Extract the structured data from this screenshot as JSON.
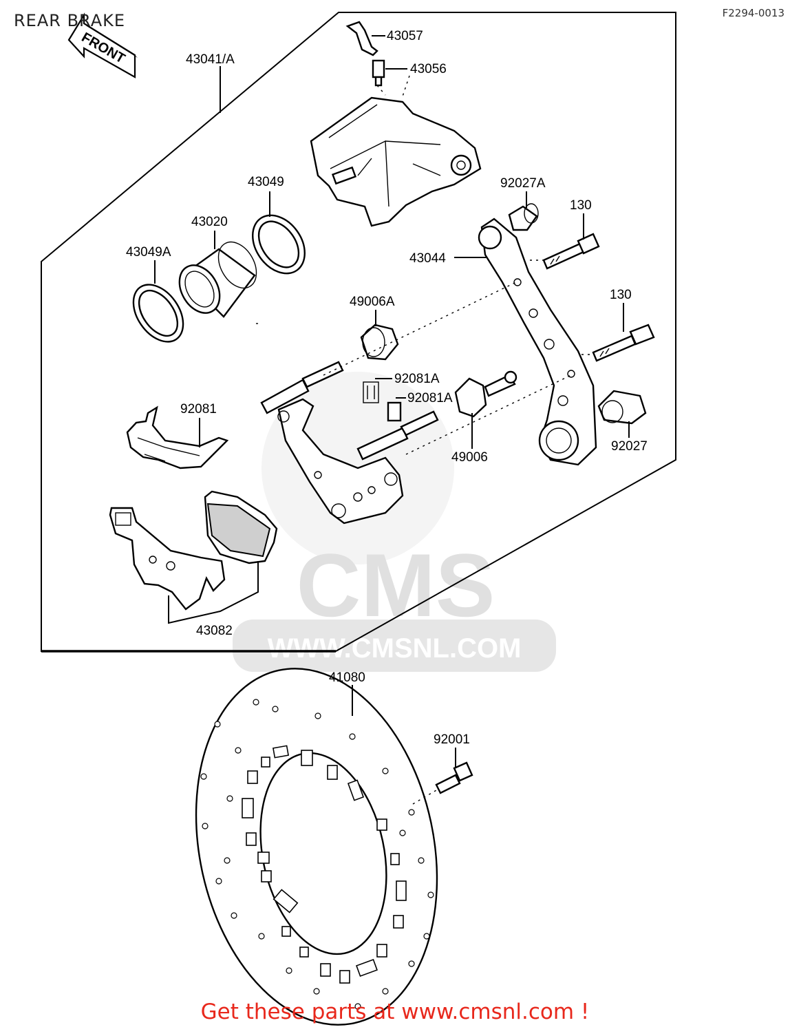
{
  "header": {
    "title": "REAR BRAKE",
    "figure_number": "F2294-0013"
  },
  "front_arrow": {
    "label": "FRONT",
    "icon": "front-direction-arrow-icon"
  },
  "watermark": {
    "brand": "CMS",
    "url": "WWW.CMSNL.COM"
  },
  "promo": {
    "text": "Get these parts at www.cmsnl.com !",
    "color": "#e8281c"
  },
  "callouts": {
    "p43041A": "43041/A",
    "p43057": "43057",
    "p43056": "43056",
    "p43049": "43049",
    "p92027A": "92027A",
    "p130a": "130",
    "p43020": "43020",
    "p43049A": "43049A",
    "p43044": "43044",
    "p130b": "130",
    "p49006A": "49006A",
    "p92081Aa": "92081A",
    "p92081Ab": "92081A",
    "p92081": "92081",
    "p49006": "49006",
    "p92027": "92027",
    "p43082": "43082",
    "p41080": "41080",
    "p92001": "92001"
  }
}
